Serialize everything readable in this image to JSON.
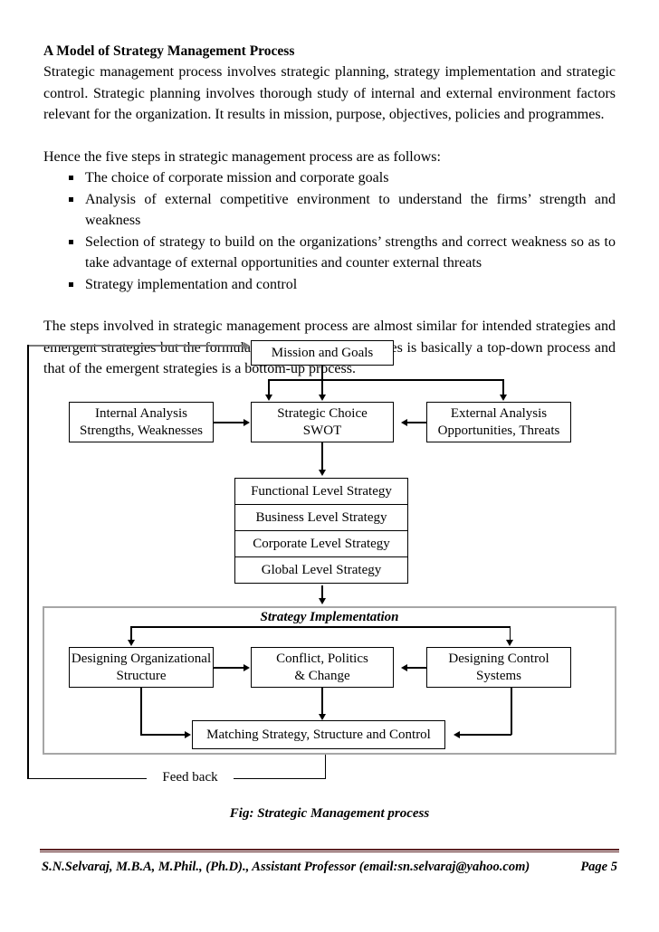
{
  "document": {
    "heading": "A Model of Strategy Management Process",
    "intro_paragraph": "Strategic management process involves strategic planning, strategy implementation and strategic control.  Strategic planning involves thorough study of internal and external environment factors relevant for the organization. It results in mission, purpose, objectives, policies and programmes.",
    "steps_lead_in": "Hence the five steps in strategic management process are as follows:",
    "steps": [
      "The choice of corporate mission and corporate goals",
      "Analysis of external competitive environment to understand the firms’ strength and weakness",
      "Selection of strategy to build on the organizations’ strengths and correct weakness so as to take advantage of external opportunities and counter external threats",
      "Strategy implementation and control"
    ],
    "closing_paragraph": "The steps involved in strategic management process are almost similar for intended strategies and emergent strategies but the formulation of intended strategies is basically a top-down process and that of the emergent strategies is a bottom-up process."
  },
  "diagram": {
    "caption": "Fig: Strategic Management process",
    "panel_title": "Strategy Implementation",
    "feedback_label": "Feed back",
    "nodes": {
      "mission": "Mission and Goals",
      "internal_analysis": "Internal Analysis\nStrengths, Weaknesses",
      "internal_analysis_line1": "Internal Analysis",
      "internal_analysis_line2": "Strengths, Weaknesses",
      "strategic_choice_line1": "Strategic Choice",
      "strategic_choice_line2": "SWOT",
      "external_analysis_line1": "External Analysis",
      "external_analysis_line2": "Opportunities, Threats",
      "designing_structure_line1": "Designing Organizational",
      "designing_structure_line2": "Structure",
      "conflict_line1": "Conflict, Politics",
      "conflict_line2": "& Change",
      "control_systems_line1": "Designing Control",
      "control_systems_line2": "Systems",
      "matching": "Matching Strategy, Structure and Control"
    },
    "strategy_levels": [
      "Functional Level Strategy",
      "Business Level Strategy",
      "Corporate Level Strategy",
      "Global Level Strategy"
    ],
    "colors": {
      "line": "#000000",
      "feedback_line": "#7a7a7a",
      "panel_border": "#a6a6a6"
    }
  },
  "footer": {
    "author_line": "S.N.Selvaraj, M.B.A, M.Phil., (Ph.D)., Assistant Professor (email:sn.selvaraj@yahoo.com)",
    "page_label": "Page 5",
    "rule_color": "#5c2224"
  }
}
